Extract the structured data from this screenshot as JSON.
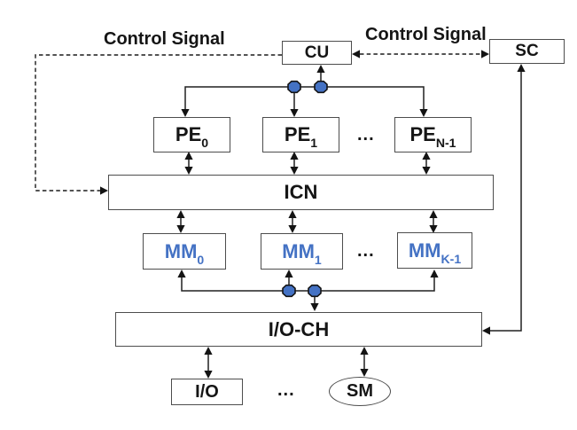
{
  "title": "SIMD machine organization diagram",
  "colors": {
    "accent_blue": "#4472C4",
    "box_border": "#4d4d4d",
    "line": "#202020",
    "background": "#ffffff"
  },
  "annotations": {
    "control_signal_left": "Control Signal",
    "control_signal_right": "Control Signal"
  },
  "nodes": {
    "cu": {
      "label": "CU"
    },
    "sc": {
      "label": "SC"
    },
    "pe0": {
      "base": "PE",
      "sub": "0"
    },
    "pe1": {
      "base": "PE",
      "sub": "1"
    },
    "pen1": {
      "base": "PE",
      "sub": "N-1"
    },
    "icn": {
      "label": "ICN"
    },
    "mm0": {
      "base": "MM",
      "sub": "0"
    },
    "mm1": {
      "base": "MM",
      "sub": "1"
    },
    "mmk1": {
      "base": "MM",
      "sub": "K-1"
    },
    "ioch": {
      "label": "I/O-CH"
    },
    "io": {
      "label": "I/O"
    },
    "sm": {
      "label": "SM"
    }
  },
  "ellipsis": {
    "pe_row": "...",
    "mm_row": "...",
    "io_row": "..."
  }
}
